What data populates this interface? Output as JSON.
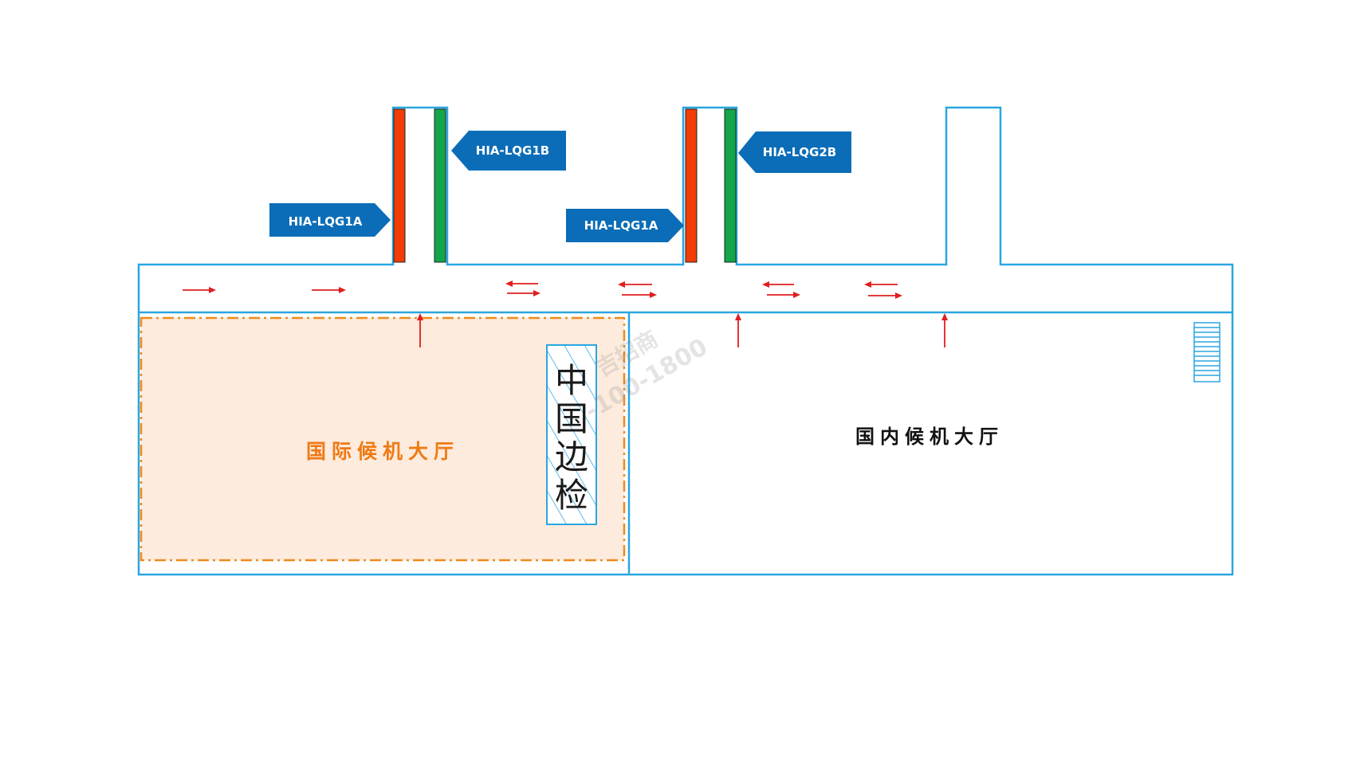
{
  "labels": {
    "gate_1a_left": "HIA-LQG1A",
    "gate_1b": "HIA-LQG1B",
    "gate_1a_right": "HIA-LQG1A",
    "gate_2b": "HIA-LQG2B",
    "international_hall": "国际候机大厅",
    "domestic_hall": "国内候机大厅",
    "border_check": [
      "中",
      "国",
      "边",
      "检"
    ]
  },
  "watermark": {
    "line1": "吉招商",
    "line2": "-100-1800"
  },
  "colors": {
    "wall": "#2aa6e0",
    "label_tag": "#0b6db7",
    "door_red": "#f23c06",
    "door_green": "#13a54a",
    "flow_arrow": "#e01e1e",
    "intl_fill": "#fdebdd",
    "intl_border": "#f08a1c",
    "intl_text": "#f07a14"
  }
}
